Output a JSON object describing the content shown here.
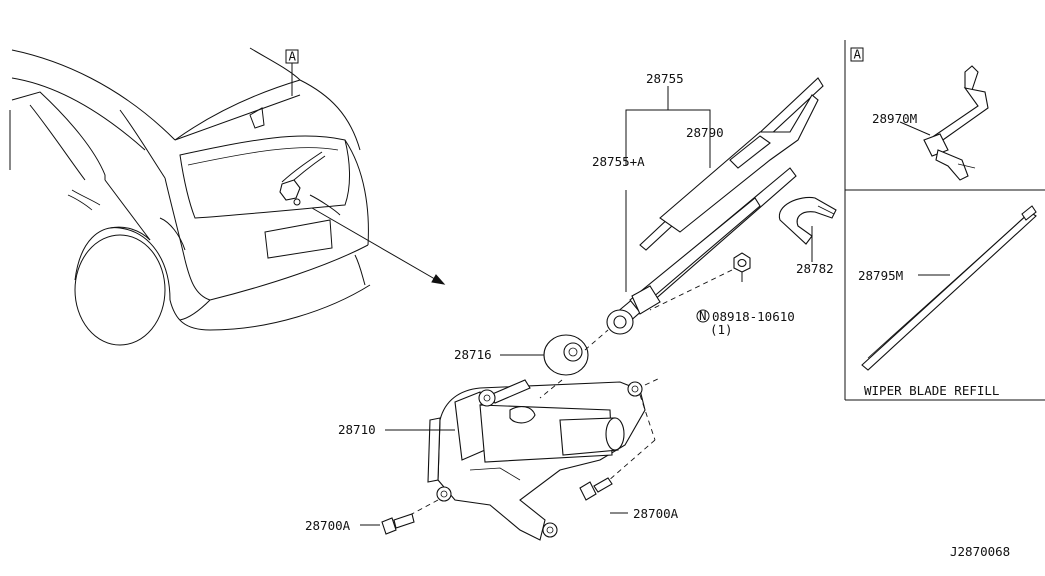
{
  "diagram": {
    "drawing_id": "J2870068",
    "refill_caption": "WIPER BLADE REFILL",
    "view_ref": "A",
    "parts": {
      "p28755": "28755",
      "p28790": "28790",
      "p28755a": "28755+A",
      "p28782": "28782",
      "nut_code": "N",
      "nut": "08918-10610",
      "nut_qty": "(1)",
      "p28716": "28716",
      "p28710": "28710",
      "p28700a_left": "28700A",
      "p28700a_right": "28700A",
      "p28970m": "28970M",
      "p28795m": "28795M"
    }
  }
}
